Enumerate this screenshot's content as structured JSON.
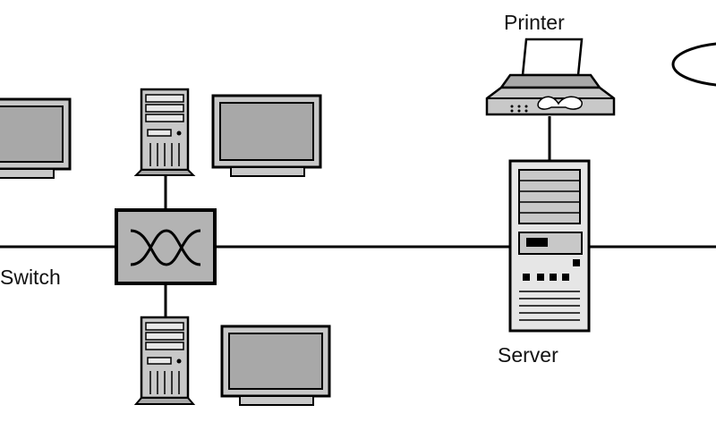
{
  "labels": {
    "printer": "Printer",
    "switch": "Switch",
    "server": "Server"
  },
  "colors": {
    "line": "#000000",
    "device_fill": "#c8c8c8",
    "screen_fill": "#a8a8a8",
    "switch_fill": "#b3b3b3",
    "background": "#ffffff"
  },
  "icons": [
    "switch-icon",
    "tower-pc-icon",
    "monitor-icon",
    "printer-icon",
    "server-icon",
    "cloud-icon"
  ]
}
